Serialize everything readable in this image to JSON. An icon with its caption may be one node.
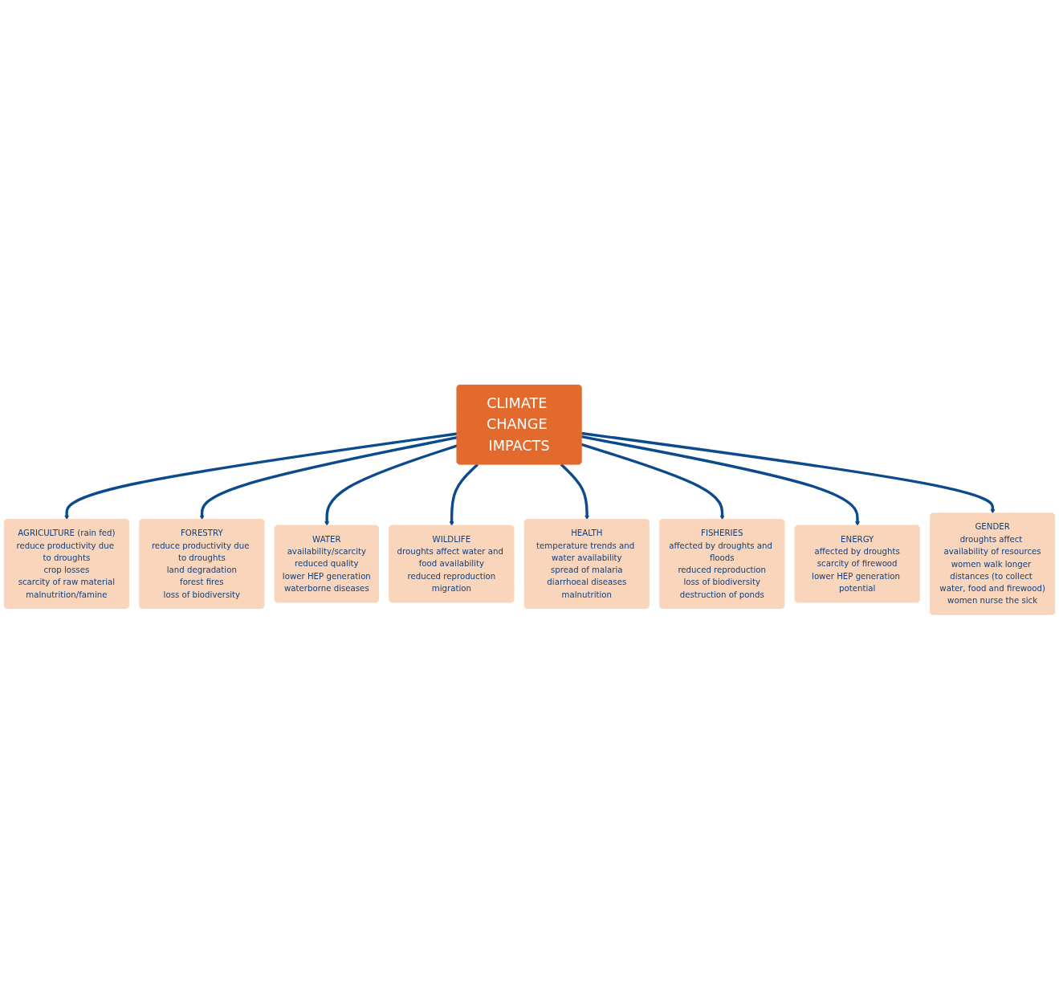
{
  "diagram": {
    "nodes": [
      {
        "text": [
          "CLIMATE CHANGE IMPACTS"
        ]
      },
      {
        "text": [
          "AGRICULTURE (rain fed)",
          "reduce productivity due to droughts",
          "crop losses",
          "scarcity of raw material",
          "malnutrition/famine"
        ]
      },
      {
        "text": [
          "FORESTRY",
          "reduce productivity due to droughts",
          "land degradation",
          "forest fires",
          "loss of biodiversity"
        ]
      },
      {
        "text": [
          "WATER",
          "availability/scarcity",
          "reduced quality",
          "lower HEP generation",
          "waterborne diseases"
        ]
      },
      {
        "text": [
          "WILDLIFE",
          "droughts affect water and food availability",
          "reduced reproduction",
          "migration"
        ]
      },
      {
        "text": [
          "HEALTH",
          "temperature trends and water availability",
          "spread of malaria",
          "diarrhoeal diseases",
          "malnutrition"
        ]
      },
      {
        "text": [
          "FISHERIES",
          "affected by droughts and floods",
          "reduced reproduction",
          "loss of biodiversity",
          "destruction of ponds"
        ]
      },
      {
        "text": [
          "ENERGY",
          "affected by droughts",
          "scarcity of firewood",
          "lower HEP generation potential"
        ]
      },
      {
        "text": [
          "GENDER",
          "droughts affect availability of resources",
          "women walk longer distances (to collect water, food and firewood)",
          "women nurse the sick"
        ]
      }
    ],
    "edges": [
      {
        "from": 0,
        "to": 1,
        "arrow": "to"
      },
      {
        "from": 0,
        "to": 2,
        "arrow": "to"
      },
      {
        "from": 0,
        "to": 3,
        "arrow": "to"
      },
      {
        "from": 0,
        "to": 4,
        "arrow": "to"
      },
      {
        "from": 0,
        "to": 5,
        "arrow": "to"
      },
      {
        "from": 0,
        "to": 6,
        "arrow": "to"
      },
      {
        "from": 0,
        "to": 7,
        "arrow": "to"
      },
      {
        "from": 0,
        "to": 8,
        "arrow": "to"
      }
    ]
  }
}
